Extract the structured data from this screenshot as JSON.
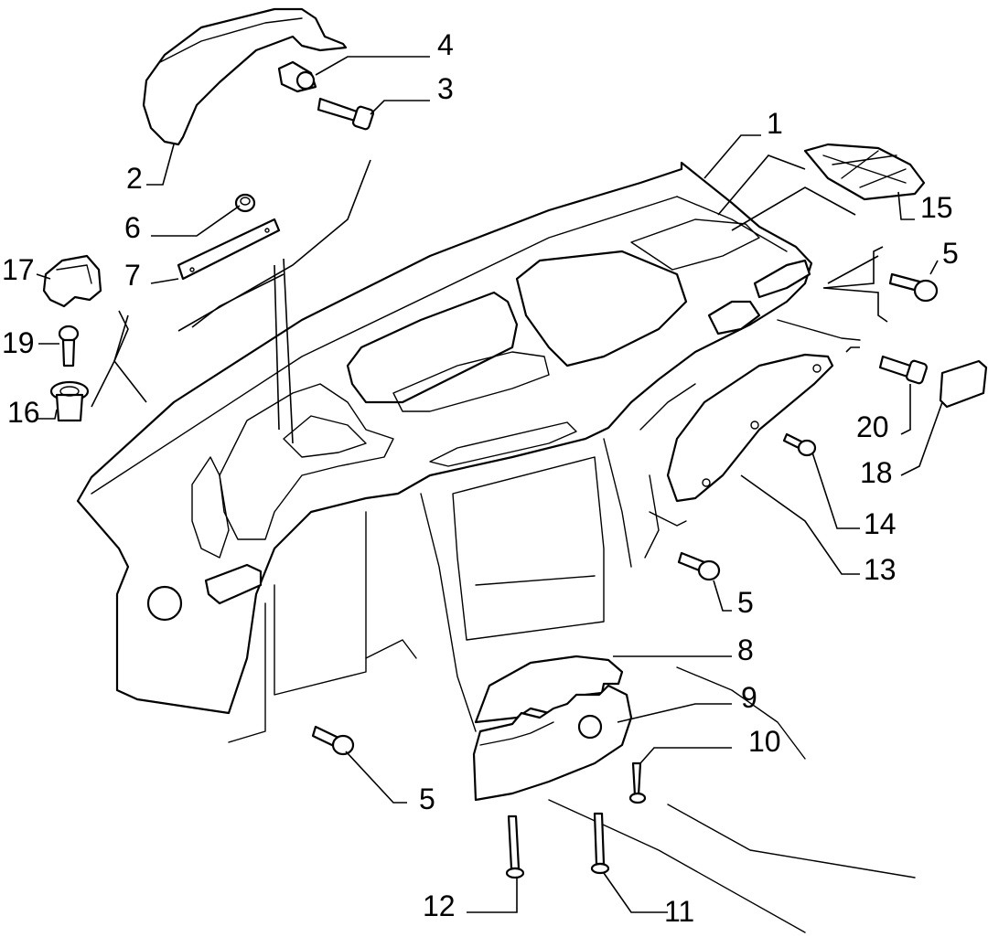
{
  "callouts": [
    {
      "id": "c1",
      "text": "1"
    },
    {
      "id": "c2",
      "text": "2"
    },
    {
      "id": "c3",
      "text": "3"
    },
    {
      "id": "c4",
      "text": "4"
    },
    {
      "id": "c5a",
      "text": "5"
    },
    {
      "id": "c5b",
      "text": "5"
    },
    {
      "id": "c5c",
      "text": "5"
    },
    {
      "id": "c6",
      "text": "6"
    },
    {
      "id": "c7",
      "text": "7"
    },
    {
      "id": "c8",
      "text": "8"
    },
    {
      "id": "c9",
      "text": "9"
    },
    {
      "id": "c10",
      "text": "10"
    },
    {
      "id": "c11",
      "text": "11"
    },
    {
      "id": "c12",
      "text": "12"
    },
    {
      "id": "c13",
      "text": "13"
    },
    {
      "id": "c14",
      "text": "14"
    },
    {
      "id": "c15",
      "text": "15"
    },
    {
      "id": "c16",
      "text": "16"
    },
    {
      "id": "c17",
      "text": "17"
    },
    {
      "id": "c18",
      "text": "18"
    },
    {
      "id": "c19",
      "text": "19"
    },
    {
      "id": "c20",
      "text": "20"
    }
  ]
}
